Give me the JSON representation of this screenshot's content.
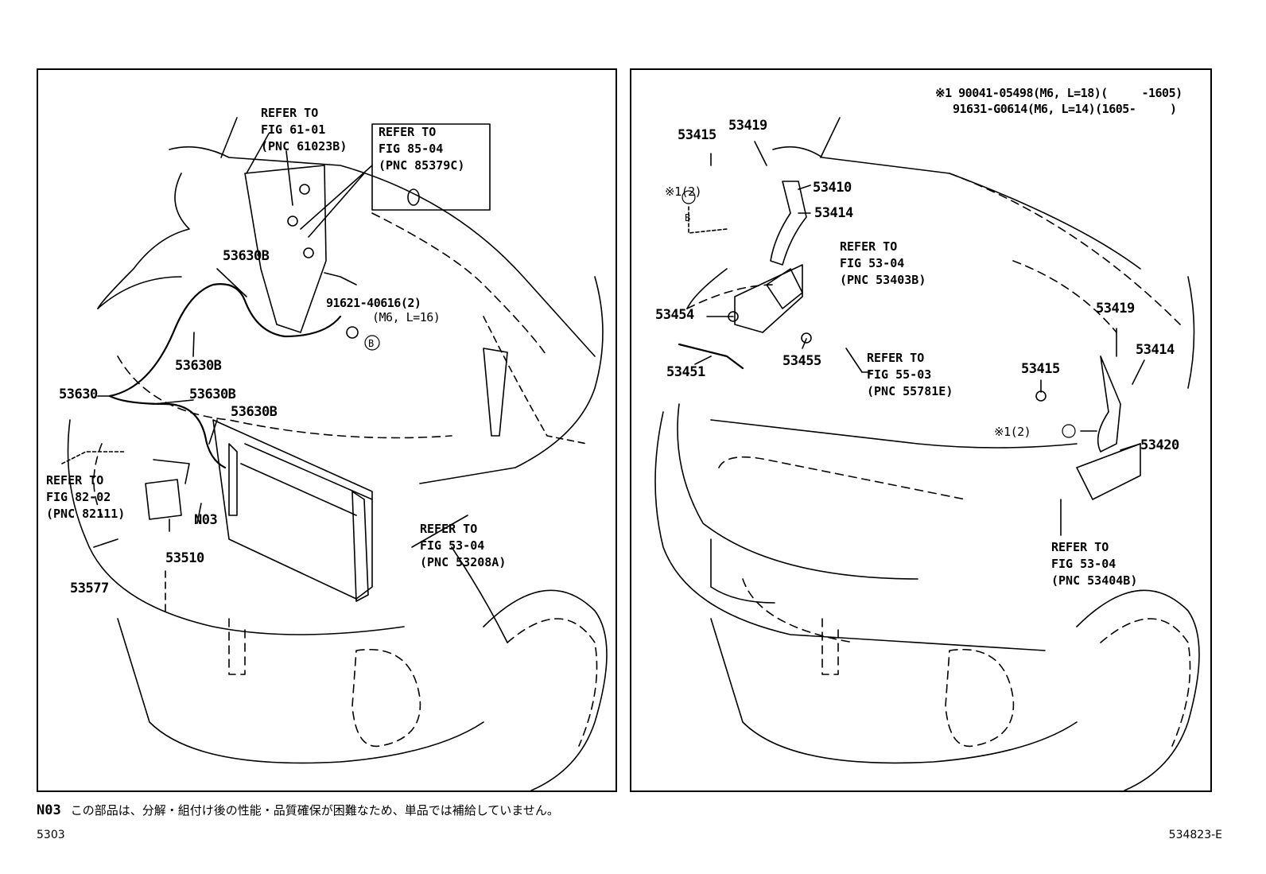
{
  "left_panel": {
    "refs": [
      {
        "l1": "REFER TO",
        "l2": "FIG 61-01",
        "l3": "(PNC 61023B)"
      },
      {
        "l1": "REFER TO",
        "l2": "FIG 85-04",
        "l3": "(PNC 85379C)"
      },
      {
        "l1": "REFER TO",
        "l2": "FIG 82-02",
        "l3": "(PNC 82111)"
      },
      {
        "l1": "REFER TO",
        "l2": "FIG 53-04",
        "l3": "(PNC 53208A)"
      }
    ],
    "parts": {
      "p53630b_1": "53630B",
      "p53630b_2": "53630B",
      "p53630b_3": "53630B",
      "p53630b_4": "53630B",
      "p53630": "53630",
      "bolt": "91621-40616(2)",
      "bolt_spec": "(M6, L=16)",
      "n03": "N03",
      "p53510": "53510",
      "p53577": "53577",
      "marker_b": "B"
    }
  },
  "right_panel": {
    "note_l1": "※1 90041-05498(M6, L=18)(     -1605)",
    "note_l2": "91631-G0614(M6, L=14)(1605-     )",
    "refs": [
      {
        "l1": "REFER TO",
        "l2": "FIG 53-04",
        "l3": "(PNC 53403B)"
      },
      {
        "l1": "REFER TO",
        "l2": "FIG 55-03",
        "l3": "(PNC 55781E)"
      },
      {
        "l1": "REFER TO",
        "l2": "FIG 53-04",
        "l3": "(PNC 53404B)"
      }
    ],
    "parts": {
      "p53415_a": "53415",
      "p53419_a": "53419",
      "p53410": "53410",
      "p53414_a": "53414",
      "note1_a": "※1(2)",
      "marker_b": "B",
      "p53454": "53454",
      "p53451": "53451",
      "p53455": "53455",
      "p53419_b": "53419",
      "p53414_b": "53414",
      "p53415_b": "53415",
      "note1_b": "※1(2)",
      "p53420": "53420"
    }
  },
  "footer": {
    "code": "N03",
    "note": "この部品は、分解・組付け後の性能・品質確保が困難なため、単品では補給していません。",
    "page": "5303",
    "figure": "534823-E"
  }
}
